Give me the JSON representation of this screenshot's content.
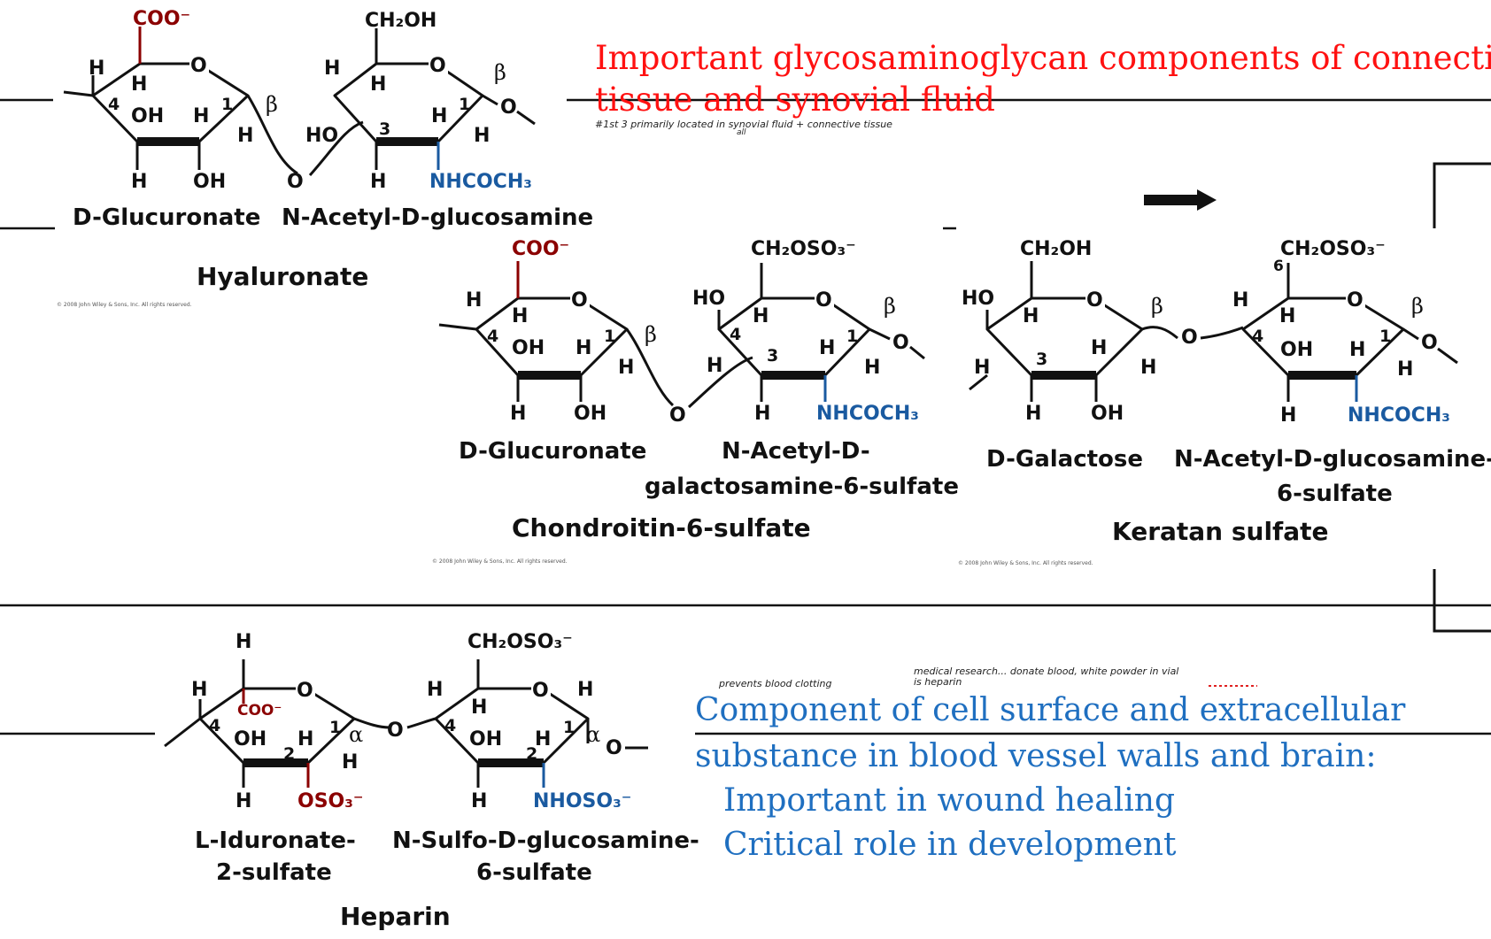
{
  "annotations": {
    "top_heading": "Important glycosaminoglycan components of connective tissue and synovial fluid",
    "top_heading_line1": "Important glycosaminoglycan components of connective",
    "top_heading_line2": "tissue and synovial fluid",
    "handwritten_top": "#1st 3 primarily located in synovial fluid + connective tissue",
    "handwritten_top_insert": "all",
    "handwritten_heparin_1": "prevents blood clotting",
    "handwritten_heparin_2a": "medical research... donate blood, white powder in vial",
    "handwritten_heparin_2b": "is heparin",
    "heparin_description": {
      "line1": "Component of cell surface and extracellular",
      "line2": "substance in blood vessel walls and brain:",
      "line3": "Important in wound healing",
      "line4": "Critical role in development"
    },
    "colors": {
      "heading": "#ff1111",
      "description": "#1f6fc0",
      "carboxyl": "#8b0000",
      "amino": "#1a5aa0"
    }
  },
  "copyright": "© 2008 John Wiley & Sons, Inc. All rights reserved.",
  "atoms": {
    "H": "H",
    "O": "O",
    "OH": "OH",
    "HO": "HO",
    "COO": "COO⁻",
    "CH2OH": "CH₂OH",
    "CH2OSO3": "CH₂OSO₃⁻",
    "NHCOCH3": "NHCOCH₃",
    "NHOSO3": "NHOSO₃⁻",
    "OSO3": "OSO₃⁻",
    "beta": "β",
    "alpha": "α",
    "n1": "1",
    "n2": "2",
    "n3": "3",
    "n4": "4",
    "n6": "6"
  },
  "hyaluronate": {
    "title": "Hyaluronate",
    "unit1": "D-Glucuronate",
    "unit2": "N-Acetyl-D-glucosamine"
  },
  "chondroitin": {
    "title": "Chondroitin-6-sulfate",
    "unit1": "D-Glucuronate",
    "unit2_line1": "N-Acetyl-D-",
    "unit2_line2": "galactosamine-6-sulfate"
  },
  "keratan": {
    "title": "Keratan sulfate",
    "unit1": "D-Galactose",
    "unit2_line1": "N-Acetyl-D-glucosamine-",
    "unit2_line2": "6-sulfate"
  },
  "heparin": {
    "title": "Heparin",
    "unit1_line1": "L-Iduronate-",
    "unit1_line2": "2-sulfate",
    "unit2_line1": "N-Sulfo-D-glucosamine-",
    "unit2_line2": "6-sulfate"
  }
}
